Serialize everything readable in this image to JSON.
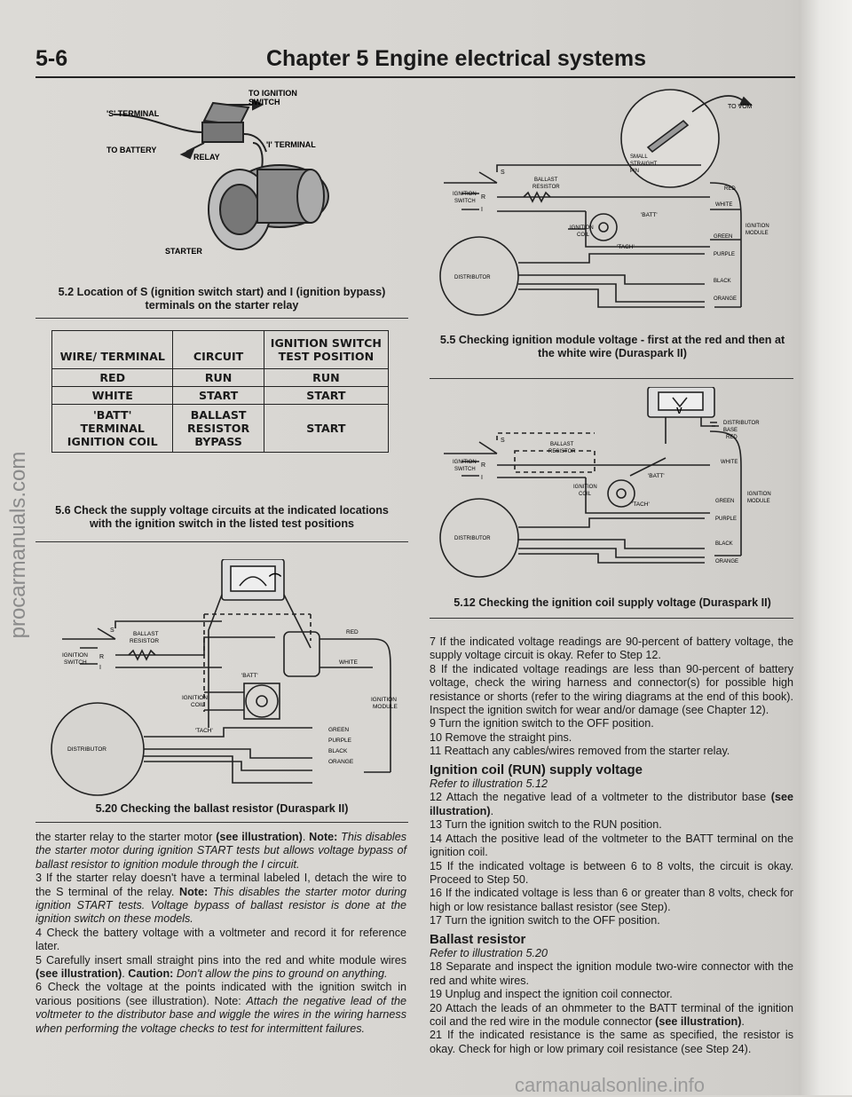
{
  "header": {
    "page_number": "5-6",
    "title": "Chapter 5  Engine electrical systems"
  },
  "watermark": {
    "side": "procarmanuals.com",
    "bottom": "carmanualsonline.info"
  },
  "figure_5_2": {
    "labels": {
      "s_terminal": "'S' TERMINAL",
      "to_ignition": "TO IGNITION",
      "switch": "SWITCH",
      "to_battery": "TO BATTERY",
      "relay": "RELAY",
      "i_terminal": "'I' TERMINAL",
      "starter": "STARTER"
    },
    "caption_l1": "5.2 Location of S (ignition switch start) and I (ignition bypass)",
    "caption_l2": "terminals on the starter relay"
  },
  "figure_5_6": {
    "headers": {
      "col1": "WIRE/ TERMINAL",
      "col2": "CIRCUIT",
      "col3": "IGNITION SWITCH TEST POSITION"
    },
    "rows": [
      {
        "c1": "RED",
        "c2": "RUN",
        "c3": "RUN"
      },
      {
        "c1": "WHITE",
        "c2": "START",
        "c3": "START"
      },
      {
        "c1": "'BATT' TERMINAL IGNITION COIL",
        "c2": "BALLAST RESISTOR BYPASS",
        "c3": "START"
      }
    ],
    "caption_l1": "5.6 Check the supply voltage circuits at the indicated locations",
    "caption_l2": "with the ignition switch in the listed test positions"
  },
  "diagram_labels": {
    "to_vom": "TO VOM",
    "small": "SMALL",
    "straight": "STRAIGHT",
    "pin": "PIN",
    "ballast": "BALLAST",
    "resistor": "RESISTOR",
    "ignition": "IGNITION",
    "switch": "SWITCH",
    "coil": "COIL",
    "batt": "'BATT'",
    "tach": "'TACH'",
    "module": "MODULE",
    "distributor": "DISTRIBUTOR",
    "red": "RED",
    "white": "WHITE",
    "green": "GREEN",
    "purple": "PURPLE",
    "black": "BLACK",
    "orange": "ORANGE",
    "s": "S",
    "r": "R",
    "i": "I",
    "distributor_base": "DISTRIBUTOR",
    "base": "BASE",
    "v": "V"
  },
  "figure_5_5": {
    "caption_l1": "5.5 Checking ignition module voltage - first at the red and then at",
    "caption_l2": "the white wire (Duraspark II)"
  },
  "figure_5_12": {
    "caption": "5.12 Checking the ignition coil supply voltage (Duraspark II)"
  },
  "figure_5_20": {
    "caption": "5.20 Checking the ballast resistor (Duraspark II)"
  },
  "left_text": {
    "p1a": "the starter relay to the starter motor ",
    "p1b": "(see illustration)",
    "p1c": ". ",
    "p1d": "Note: ",
    "p1e": "This disables the starter motor during ignition START tests but allows voltage bypass of ballast resistor to ignition module through the I circuit.",
    "p3a": "3   If the starter relay doesn't have a terminal labeled I, detach the wire to the S terminal of the relay. ",
    "p3b": "Note: ",
    "p3c": "This disables the starter motor during ignition START tests. Voltage bypass of ballast resistor is done at the ignition switch on these models.",
    "p4": "4   Check the battery voltage with a voltmeter and record it for reference later.",
    "p5a": "5   Carefully insert small straight pins into the red and white module wires ",
    "p5b": "(see illustration)",
    "p5c": ". ",
    "p5d": "Caution: ",
    "p5e": "Don't allow the pins to ground on anything.",
    "p6a": "6   Check the voltage at the points indicated with the ignition switch in various positions (see illustration). Note: ",
    "p6b": "Attach the negative lead of the voltmeter to the distributor base and wiggle the wires in the wiring harness when performing the voltage checks to test for intermittent failures."
  },
  "right_text": {
    "p7": "7   If the indicated voltage readings are 90-percent of battery voltage, the supply voltage circuit is okay. Refer to Step 12.",
    "p8": "8   If the indicated voltage readings are less than 90-percent of battery voltage, check the wiring harness and connector(s) for possible high resistance or shorts (refer to the wiring diagrams at the end of this book). Inspect the ignition switch for wear and/or damage (see Chapter 12).",
    "p9": "9   Turn the ignition switch to the OFF position.",
    "p10": "10  Remove the straight pins.",
    "p11": "11  Reattach any cables/wires removed from the starter relay.",
    "h1": "Ignition coil (RUN) supply voltage",
    "r1": "Refer to illustration 5.12",
    "p12a": "12  Attach the negative lead of a voltmeter to the distributor base ",
    "p12b": "(see illustration)",
    "p12c": ".",
    "p13": "13  Turn the ignition switch to the RUN position.",
    "p14": "14  Attach the positive lead of the voltmeter to the BATT terminal on the ignition coil.",
    "p15": "15  If the indicated voltage is between 6 to 8 volts, the circuit is okay. Proceed to Step 50.",
    "p16": "16  If the indicated voltage is less than 6 or greater than 8 volts, check for high or low resistance ballast resistor (see Step).",
    "p17": "17  Turn the ignition switch to the OFF position.",
    "h2": "Ballast resistor",
    "r2": "Refer to illustration 5.20",
    "p18": "18  Separate and inspect the ignition module two-wire connector with the red and white wires.",
    "p19": "19  Unplug and inspect the ignition coil connector.",
    "p20a": "20  Attach the leads of an ohmmeter to the BATT terminal of the ignition coil and the red wire in the module connector ",
    "p20b": "(see illustration)",
    "p20c": ".",
    "p21": "21  If the indicated resistance is the same as specified, the resistor is okay. Check for high or low primary coil resistance (see Step 24)."
  }
}
